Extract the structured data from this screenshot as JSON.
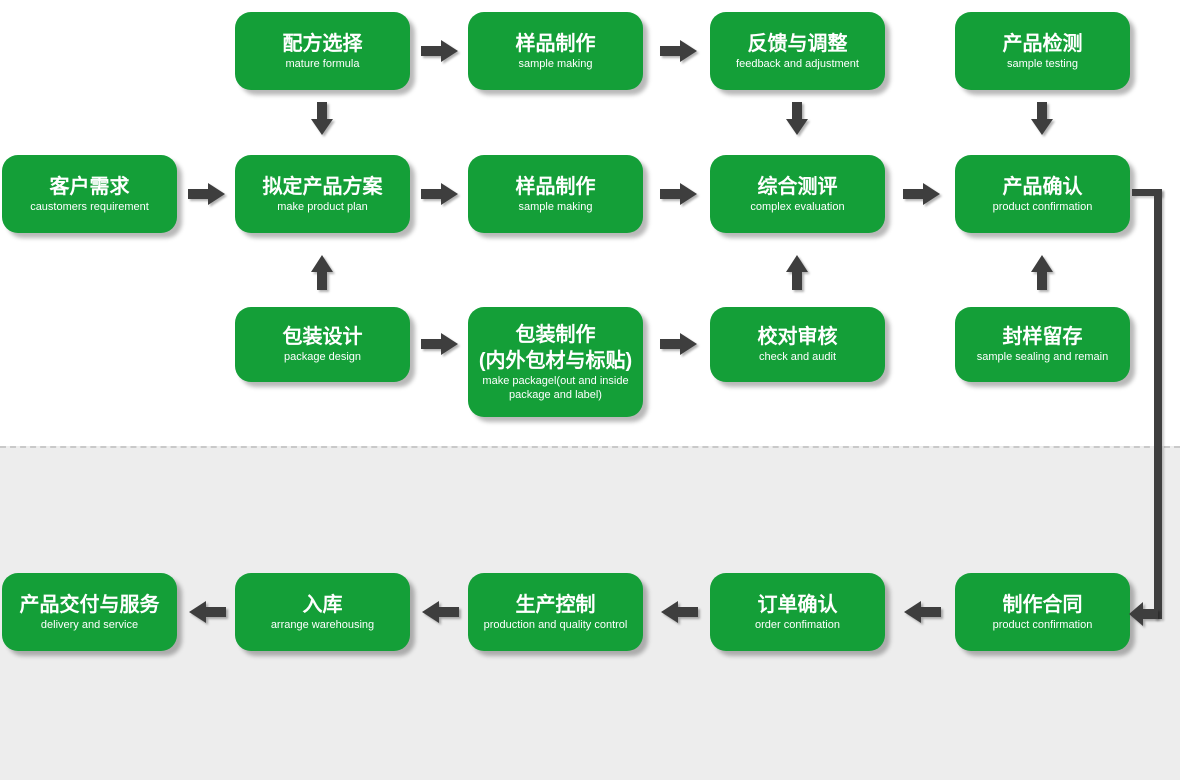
{
  "colors": {
    "node_green": "#149F38",
    "arrow": "#3E3E3E",
    "section_bg": "#EDEDED",
    "separator": "#C9C9C9",
    "node_text": "#FFFFFF"
  },
  "icons": {
    "arrow_right": "block-arrow-right",
    "arrow_left": "block-arrow-left",
    "arrow_up": "block-arrow-up",
    "arrow_down": "block-arrow-down",
    "connector": "elbow-connector-line"
  },
  "nodes": [
    {
      "zh": "配方选择",
      "en": "mature formula"
    },
    {
      "zh": "样品制作",
      "en": "sample making"
    },
    {
      "zh": "反馈与调整",
      "en": "feedback and adjustment"
    },
    {
      "zh": "产品检测",
      "en": "sample testing"
    },
    {
      "zh": "客户需求",
      "en": "caustomers requirement"
    },
    {
      "zh": "拟定产品方案",
      "en": "make product plan"
    },
    {
      "zh": "样品制作",
      "en": "sample making"
    },
    {
      "zh": "综合测评",
      "en": "complex evaluation"
    },
    {
      "zh": "产品确认",
      "en": "product confirmation"
    },
    {
      "zh": "包装设计",
      "en": "package design"
    },
    {
      "zh": "包装制作",
      "zh2": "(内外包材与标贴)",
      "en": "make packagel(out and inside package and label)"
    },
    {
      "zh": "校对审核",
      "en": "check and audit"
    },
    {
      "zh": "封样留存",
      "en": "sample sealing and remain"
    },
    {
      "zh": "产品交付与服务",
      "en": "delivery and service"
    },
    {
      "zh": "入库",
      "en": "arrange warehousing"
    },
    {
      "zh": "生产控制",
      "en": "production and quality control"
    },
    {
      "zh": "订单确认",
      "en": "order confimation"
    },
    {
      "zh": "制作合同",
      "en": "product confirmation"
    }
  ]
}
